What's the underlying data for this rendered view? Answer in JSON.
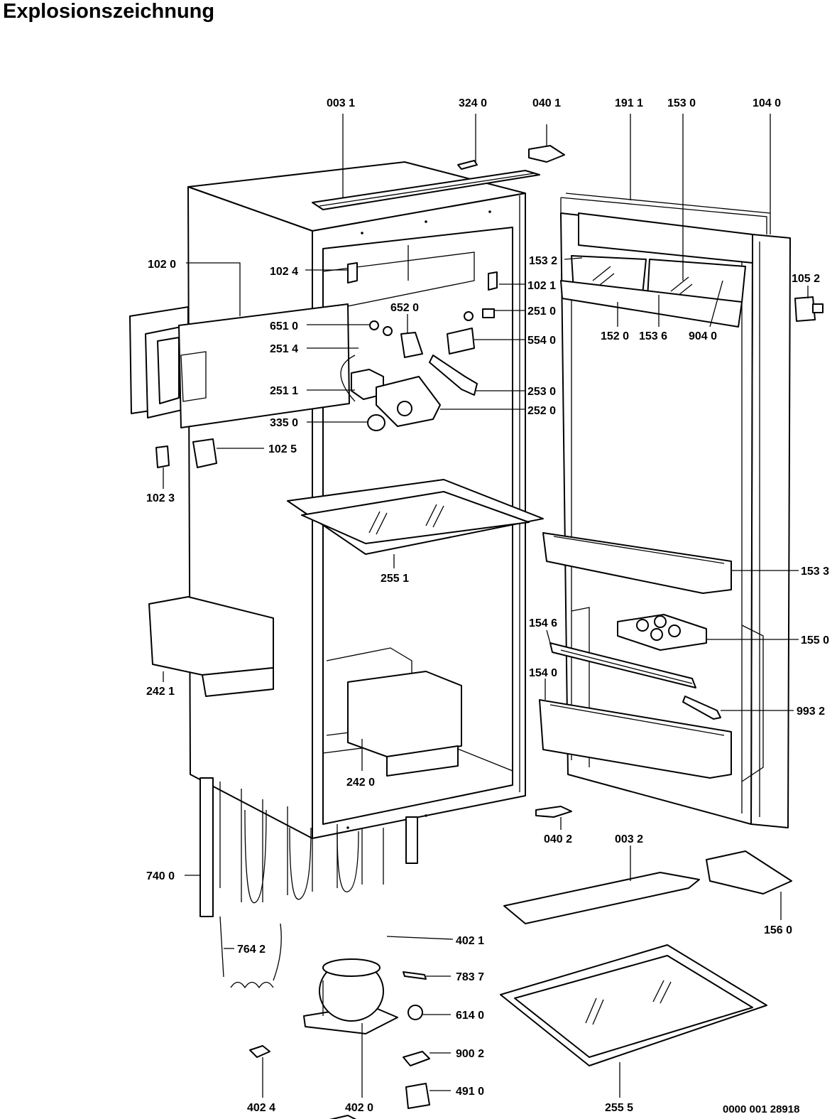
{
  "title": "Explosionszeichnung",
  "reference_number": "0000 001 28918",
  "labels": {
    "p0031": "003 1",
    "p3240": "324 0",
    "p0401": "040 1",
    "p1911": "191 1",
    "p1530": "153 0",
    "p1040": "104 0",
    "p1020": "102 0",
    "p1024": "102 4",
    "p1532": "153 2",
    "p1021": "102 1",
    "p1052": "105 2",
    "p6520": "652 0",
    "p2510": "251 0",
    "p6510": "651 0",
    "p1520": "152 0",
    "p1536": "153 6",
    "p9040": "904 0",
    "p2514": "251 4",
    "p5540": "554 0",
    "p2511": "251 1",
    "p2530": "253 0",
    "p2520": "252 0",
    "p3350": "335 0",
    "p1025": "102 5",
    "p1023": "102 3",
    "p2551": "255 1",
    "p1533": "153 3",
    "p1546": "154 6",
    "p1550": "155 0",
    "p1540": "154 0",
    "p2421": "242 1",
    "p9932": "993 2",
    "p2420": "242 0",
    "p0402": "040 2",
    "p0032": "003 2",
    "p7400": "740 0",
    "p1560": "156 0",
    "p4021": "402 1",
    "p7642": "764 2",
    "p7837": "783 7",
    "p6140": "614 0",
    "p9002": "900 2",
    "p4910": "491 0",
    "p4024": "402 4",
    "p4020": "402 0",
    "p2555": "255 5"
  }
}
